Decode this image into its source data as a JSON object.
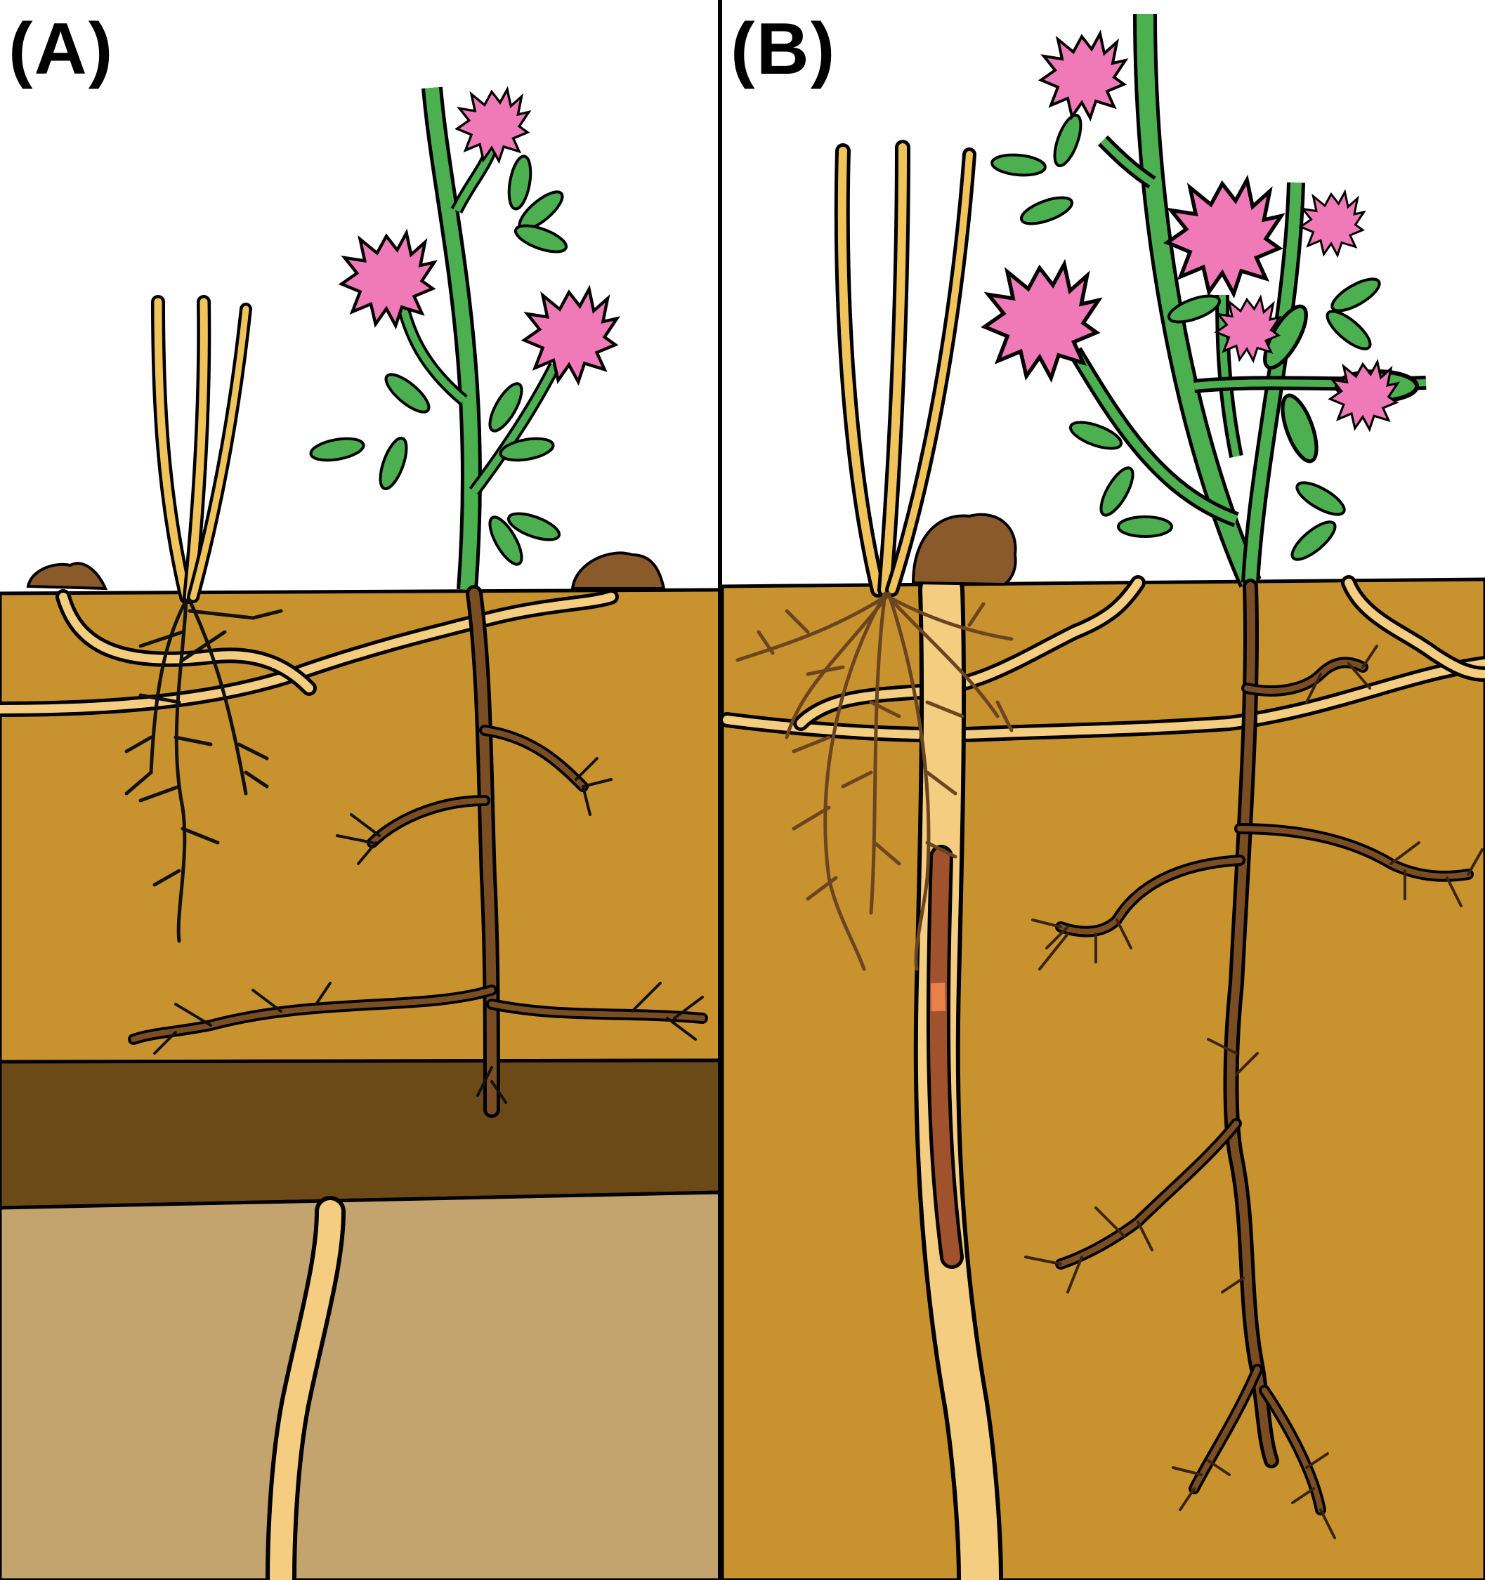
{
  "panels": [
    {
      "id": "A",
      "label": "(A)"
    },
    {
      "id": "B",
      "label": "(B)"
    }
  ],
  "colors": {
    "sky": "#ffffff",
    "topsoil": "#c8922e",
    "compacted_layer": "#6b4a18",
    "subsoil": "#c4a46e",
    "macropore": "#f5cd80",
    "stubble": "#f0c45a",
    "clover_stem": "#4caf50",
    "clover_flower": "#f07ab8",
    "clover_root": "#7a4e22",
    "worm": "#a0522d",
    "cast": "#8b5a2b",
    "outline": "#000000"
  },
  "icons": [
    "grass-stubble-icon",
    "clover-plant-icon",
    "earthworm-icon",
    "earthworm-cast-icon"
  ]
}
